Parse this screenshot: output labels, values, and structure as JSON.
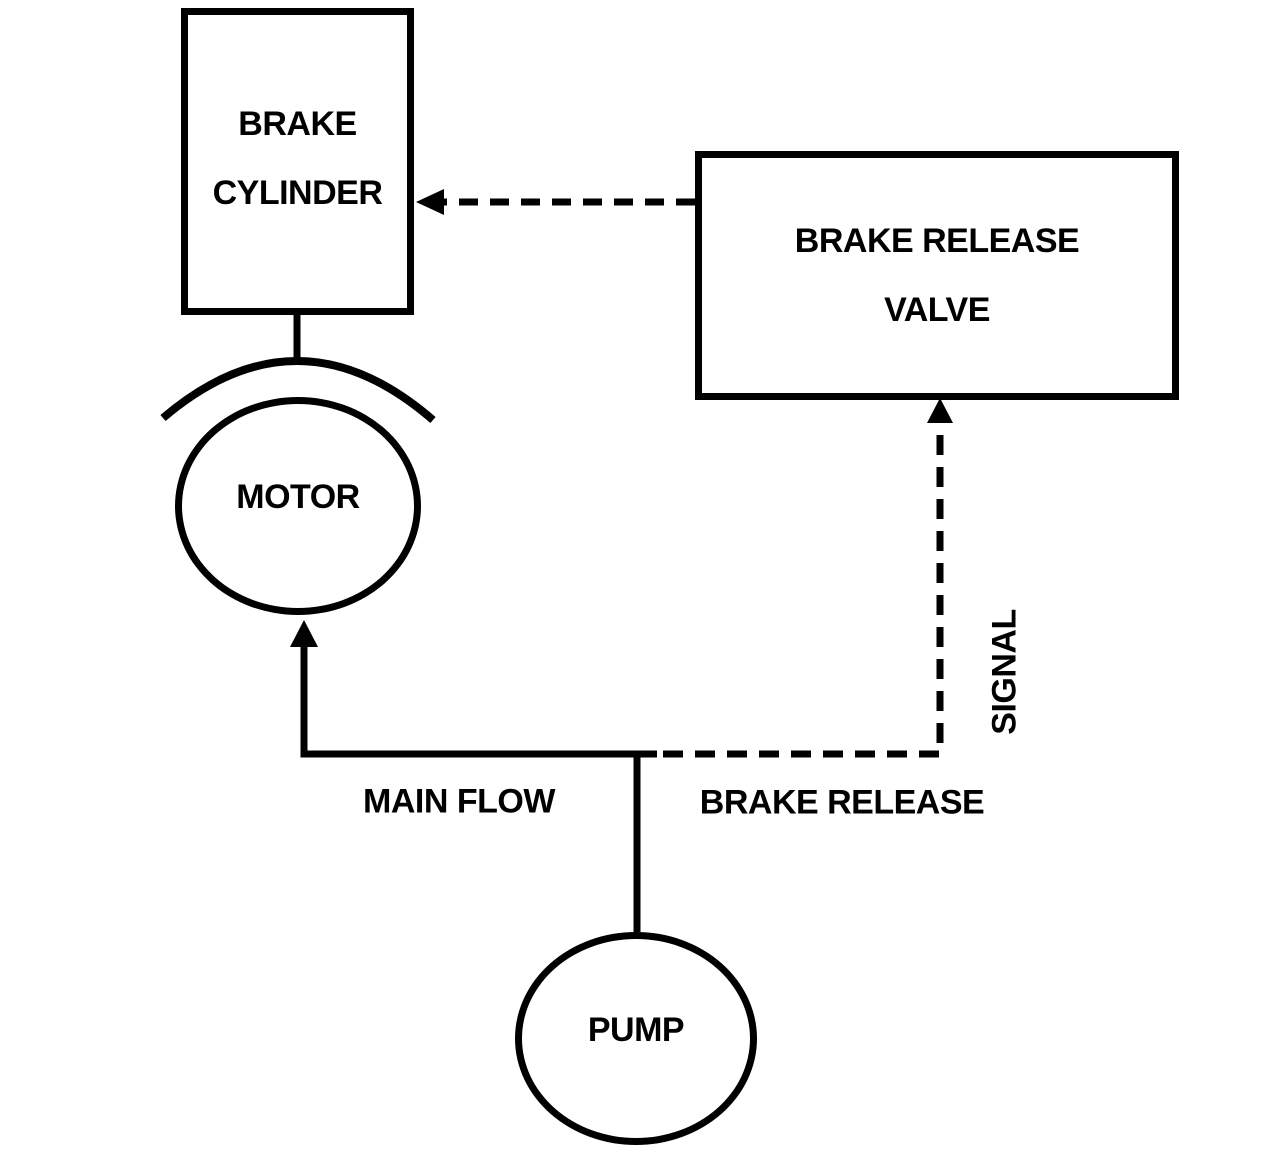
{
  "colors": {
    "stroke": "#000000",
    "background": "#ffffff"
  },
  "nodes": {
    "brake_cylinder": {
      "shape": "rectangle",
      "line1": "BRAKE",
      "line2": "CYLINDER"
    },
    "brake_release_valve": {
      "shape": "rectangle",
      "line1": "BRAKE RELEASE",
      "line2": "VALVE"
    },
    "motor": {
      "shape": "circle",
      "label": "MOTOR"
    },
    "pump": {
      "shape": "circle",
      "label": "PUMP"
    }
  },
  "edges": {
    "main_flow": {
      "label": "MAIN FLOW",
      "style": "solid-arrow"
    },
    "brake_release": {
      "label": "BRAKE RELEASE",
      "style": "dashed"
    },
    "signal": {
      "label": "SIGNAL",
      "style": "dashed-arrow"
    },
    "valve_to_cylinder": {
      "style": "dashed-arrow"
    }
  }
}
